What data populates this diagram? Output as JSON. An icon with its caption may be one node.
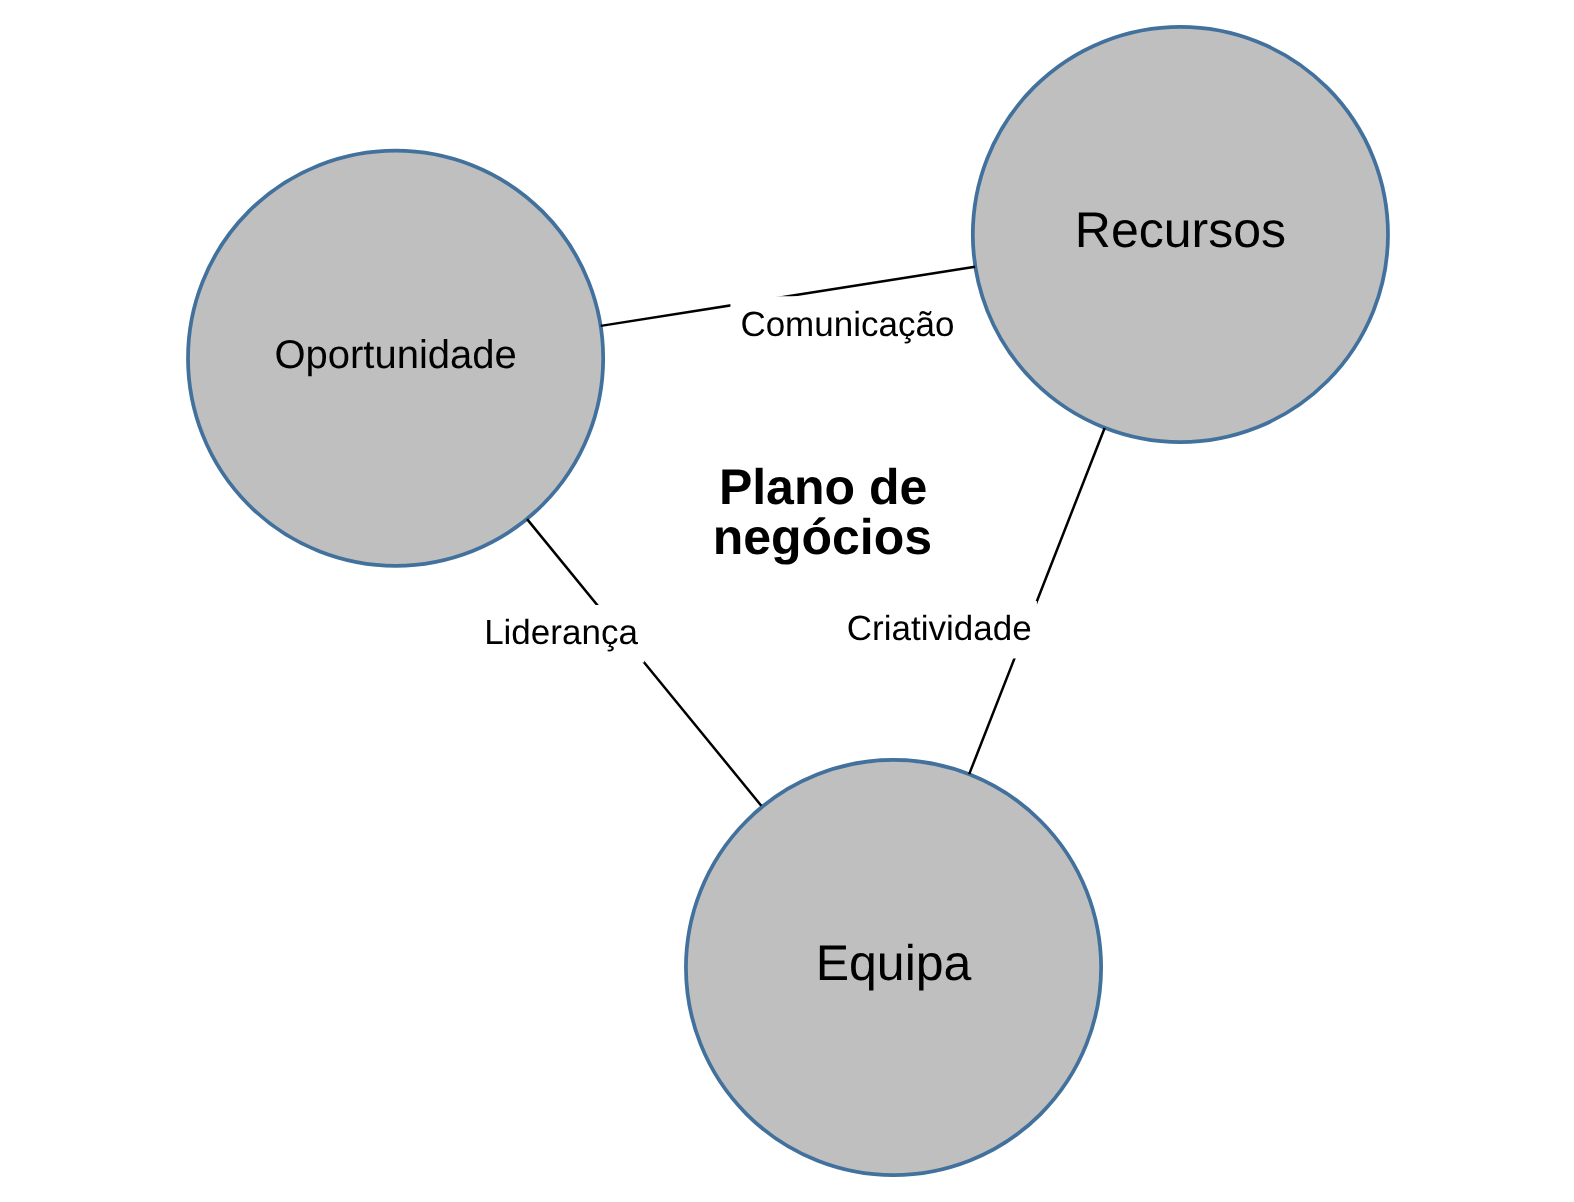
{
  "diagram": {
    "nodes": [
      {
        "text": [
          "Oportunidade"
        ]
      },
      {
        "text": [
          "Recursos"
        ]
      },
      {
        "text": [
          "Equipa"
        ]
      }
    ],
    "edges": [
      {
        "from": 0,
        "to": 1,
        "arrow": "none",
        "label": "Comunicação"
      },
      {
        "from": 0,
        "to": 2,
        "arrow": "none",
        "label": "Liderança"
      },
      {
        "from": 1,
        "to": 2,
        "arrow": "none",
        "label": "Criatividade"
      }
    ],
    "labels": [
      "Plano de negócios"
    ]
  }
}
